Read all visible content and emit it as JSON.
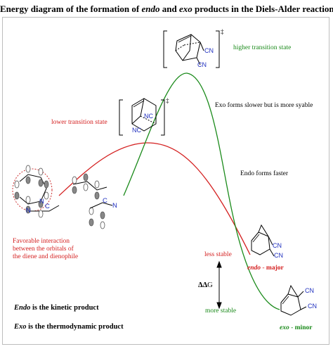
{
  "title": {
    "pre": "Energy diagram of the formation of ",
    "endo": "endo",
    "mid": " and ",
    "exo": "exo",
    "post": " products in the Diels-Alder reaction"
  },
  "labels": {
    "higher_ts": "higher transition state",
    "lower_ts": "lower transition state",
    "exo_slower": "Exo forms slower but is more syable",
    "endo_faster": "Endo forms faster",
    "favorable": [
      "Favorable interaction",
      "between the orbitals of",
      "the diene and dienophile"
    ],
    "less_stable": "less stable",
    "more_stable": "more stable",
    "ddg_a": "ΔΔ",
    "ddg_b": "G",
    "endo_product": {
      "name": "endo",
      "sep": " - ",
      "tag": "major"
    },
    "exo_product": {
      "name": "exo",
      "sep": " - ",
      "tag": "minor"
    },
    "endo_kinetic": {
      "name": "Endo",
      "rest": " is the kinetic product"
    },
    "exo_thermo": {
      "name": "Exo",
      "rest": " is the thermodynamic product"
    },
    "dagger": "‡",
    "cn": "CN",
    "nc": "NC",
    "n": "N",
    "c": "C"
  },
  "colors": {
    "endo_curve": "#d42020",
    "exo_curve": "#1a8a1a",
    "cyano": "#1f2fbf",
    "orbital": "#cc3333"
  }
}
